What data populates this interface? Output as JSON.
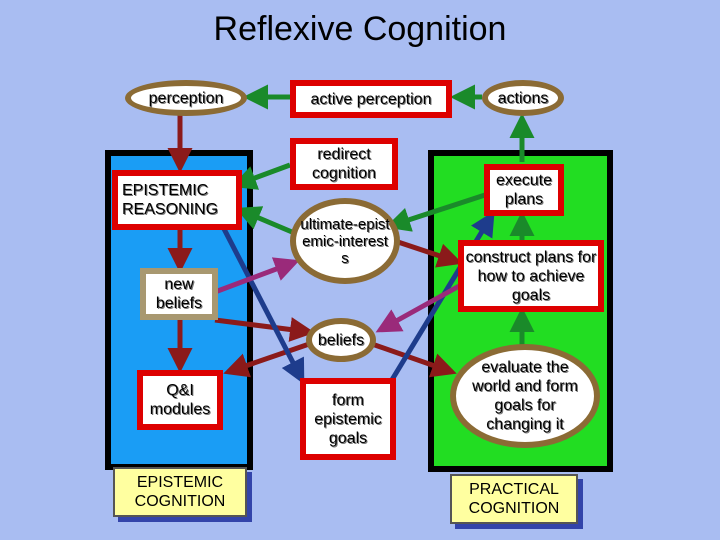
{
  "title": "Reflexive Cognition",
  "nodes": {
    "perception": "perception",
    "active_perception": "active perception",
    "actions": "actions",
    "epistemic_reasoning": "EPISTEMIC REASONING",
    "redirect_cognition": "redirect cognition",
    "execute_plans": "execute plans",
    "ultimate_epistemic_interests": "ultimate-epistemic-interests",
    "construct_plans": "construct plans for how to achieve goals",
    "new_beliefs": "new beliefs",
    "beliefs": "beliefs",
    "qi_modules": "Q&I modules",
    "form_epistemic_goals": "form epistemic goals",
    "evaluate_world": "evaluate the world and form goals for changing it"
  },
  "captions": {
    "epistemic_cognition": "EPISTEMIC COGNITION",
    "practical_cognition": "PRACTICAL COGNITION"
  },
  "colors": {
    "background": "#a9bdf2",
    "epistemic_panel": "#1a9df5",
    "practical_panel": "#22dd22",
    "arrow_red": "#8b1a1a",
    "arrow_green": "#1a8a2a",
    "arrow_blue": "#1e3c8c",
    "arrow_purple": "#9a2a7a",
    "node_border_red": "#dd0000",
    "node_border_brown": "#8b6b35",
    "caption_fill": "#ffffa0"
  }
}
